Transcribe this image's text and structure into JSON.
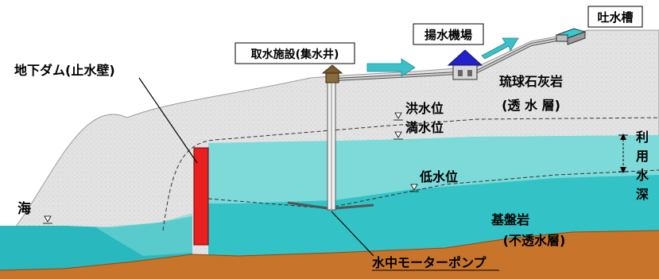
{
  "labels": {
    "discharge_tank": "吐水槽",
    "pump_station": "揚水機場",
    "intake": "取水施設(集水井)",
    "underground_dam": "地下ダム(止水壁)",
    "limestone_line1": "琉球石灰岩",
    "limestone_line2": "(透 水 層)",
    "flood_level": "洪水位",
    "full_level": "満水位",
    "low_level": "低水位",
    "usable_depth": [
      "利",
      "用",
      "水",
      "深"
    ],
    "sea": "海",
    "bedrock_line1": "基盤岩",
    "bedrock_line2": "(不透水層)",
    "submersible_pump": "水中モーターポンプ"
  },
  "colors": {
    "limestone": "#e3e3e3",
    "groundwater": "#33c3c6",
    "groundwater_light": "#c8f0ee",
    "sea": "#28b8bd",
    "bedrock": "#c8742a",
    "dam_wall": "#e8201f",
    "flow_arrow": "#3cc0c8",
    "roof": "#2222cc"
  },
  "icons": {
    "water_level_marker": "inverted-triangle-icon",
    "flow_direction": "arrow-right-icon",
    "building": "house-icon"
  }
}
